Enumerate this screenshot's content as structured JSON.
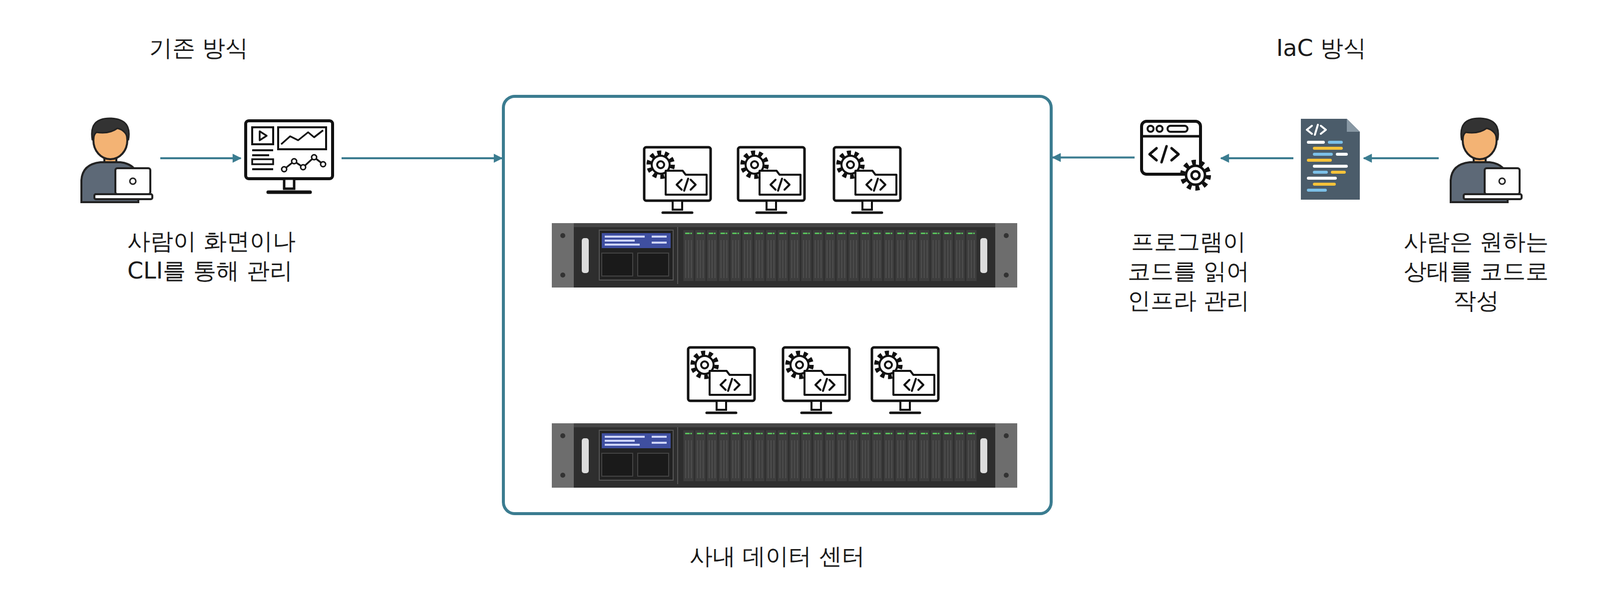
{
  "diagram": {
    "nodes": [
      {
        "text": [
          "사람이 화면이나 CLI를 통해 관리"
        ]
      },
      {
        "text": [
          "사내 데이터 센터"
        ]
      },
      {
        "text": [
          "프로그램이 코드를 읽어 인프라 관리"
        ]
      },
      {
        "text": [
          "사람은 원하는 상태를 코드로 작성"
        ]
      }
    ],
    "edges": [
      {
        "from": 0,
        "to": 1,
        "arrow": "to"
      },
      {
        "from": 2,
        "to": 1,
        "arrow": "to"
      },
      {
        "from": 3,
        "to": 2,
        "arrow": "to"
      }
    ],
    "labels": [
      "기존 방식",
      "IaC 방식"
    ]
  }
}
